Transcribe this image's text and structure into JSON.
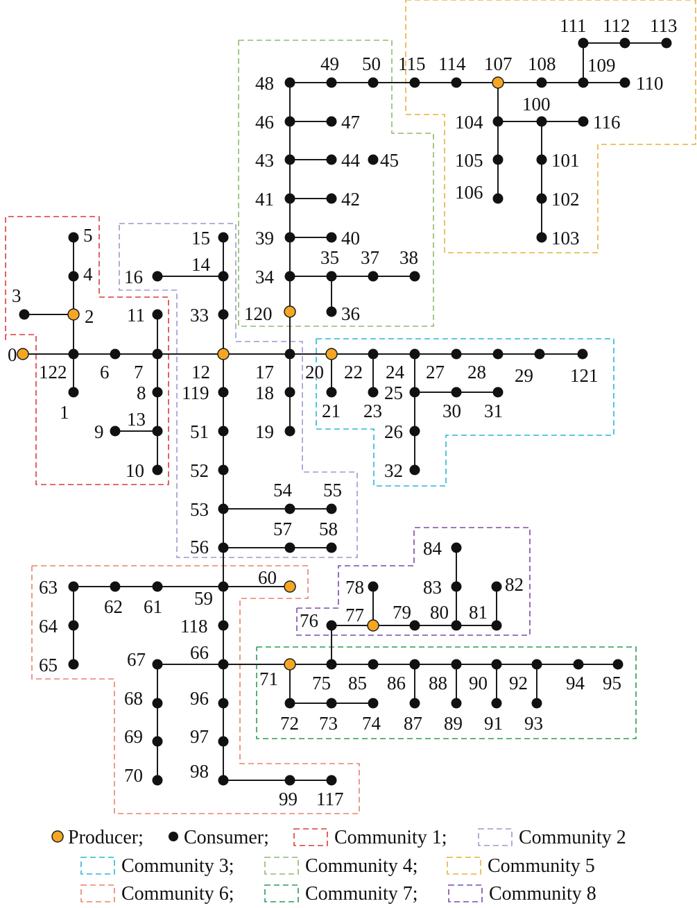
{
  "nodes": [
    {
      "id": "0",
      "type": "producer"
    },
    {
      "id": "1",
      "type": "consumer"
    },
    {
      "id": "2",
      "type": "producer"
    },
    {
      "id": "3",
      "type": "consumer"
    },
    {
      "id": "4",
      "type": "consumer"
    },
    {
      "id": "5",
      "type": "consumer"
    },
    {
      "id": "6",
      "type": "consumer"
    },
    {
      "id": "7",
      "type": "consumer"
    },
    {
      "id": "8",
      "type": "consumer"
    },
    {
      "id": "9",
      "type": "consumer"
    },
    {
      "id": "10",
      "type": "consumer"
    },
    {
      "id": "11",
      "type": "consumer"
    },
    {
      "id": "12",
      "type": "producer"
    },
    {
      "id": "13",
      "type": "consumer"
    },
    {
      "id": "14",
      "type": "consumer"
    },
    {
      "id": "15",
      "type": "consumer"
    },
    {
      "id": "16",
      "type": "consumer"
    },
    {
      "id": "17",
      "type": "consumer"
    },
    {
      "id": "18",
      "type": "consumer"
    },
    {
      "id": "19",
      "type": "consumer"
    },
    {
      "id": "20",
      "type": "producer"
    },
    {
      "id": "21",
      "type": "consumer"
    },
    {
      "id": "22",
      "type": "consumer"
    },
    {
      "id": "23",
      "type": "consumer"
    },
    {
      "id": "24",
      "type": "consumer"
    },
    {
      "id": "25",
      "type": "consumer"
    },
    {
      "id": "26",
      "type": "consumer"
    },
    {
      "id": "27",
      "type": "consumer"
    },
    {
      "id": "28",
      "type": "consumer"
    },
    {
      "id": "29",
      "type": "consumer"
    },
    {
      "id": "30",
      "type": "consumer"
    },
    {
      "id": "31",
      "type": "consumer"
    },
    {
      "id": "32",
      "type": "consumer"
    },
    {
      "id": "33",
      "type": "consumer"
    },
    {
      "id": "34",
      "type": "consumer"
    },
    {
      "id": "35",
      "type": "consumer"
    },
    {
      "id": "36",
      "type": "consumer"
    },
    {
      "id": "37",
      "type": "consumer"
    },
    {
      "id": "38",
      "type": "consumer"
    },
    {
      "id": "39",
      "type": "consumer"
    },
    {
      "id": "40",
      "type": "consumer"
    },
    {
      "id": "41",
      "type": "consumer"
    },
    {
      "id": "42",
      "type": "consumer"
    },
    {
      "id": "43",
      "type": "consumer"
    },
    {
      "id": "44",
      "type": "consumer"
    },
    {
      "id": "45",
      "type": "consumer"
    },
    {
      "id": "46",
      "type": "consumer"
    },
    {
      "id": "47",
      "type": "consumer"
    },
    {
      "id": "48",
      "type": "consumer"
    },
    {
      "id": "49",
      "type": "consumer"
    },
    {
      "id": "50",
      "type": "consumer"
    },
    {
      "id": "51",
      "type": "consumer"
    },
    {
      "id": "52",
      "type": "consumer"
    },
    {
      "id": "53",
      "type": "consumer"
    },
    {
      "id": "54",
      "type": "consumer"
    },
    {
      "id": "55",
      "type": "consumer"
    },
    {
      "id": "56",
      "type": "consumer"
    },
    {
      "id": "57",
      "type": "consumer"
    },
    {
      "id": "58",
      "type": "consumer"
    },
    {
      "id": "59",
      "type": "consumer"
    },
    {
      "id": "60",
      "type": "producer"
    },
    {
      "id": "61",
      "type": "consumer"
    },
    {
      "id": "62",
      "type": "consumer"
    },
    {
      "id": "63",
      "type": "consumer"
    },
    {
      "id": "64",
      "type": "consumer"
    },
    {
      "id": "65",
      "type": "consumer"
    },
    {
      "id": "66",
      "type": "consumer"
    },
    {
      "id": "67",
      "type": "consumer"
    },
    {
      "id": "68",
      "type": "consumer"
    },
    {
      "id": "69",
      "type": "consumer"
    },
    {
      "id": "70",
      "type": "consumer"
    },
    {
      "id": "71",
      "type": "producer"
    },
    {
      "id": "72",
      "type": "consumer"
    },
    {
      "id": "73",
      "type": "consumer"
    },
    {
      "id": "74",
      "type": "consumer"
    },
    {
      "id": "75",
      "type": "consumer"
    },
    {
      "id": "76",
      "type": "consumer"
    },
    {
      "id": "77",
      "type": "producer"
    },
    {
      "id": "78",
      "type": "consumer"
    },
    {
      "id": "79",
      "type": "consumer"
    },
    {
      "id": "80",
      "type": "consumer"
    },
    {
      "id": "81",
      "type": "consumer"
    },
    {
      "id": "82",
      "type": "consumer"
    },
    {
      "id": "83",
      "type": "consumer"
    },
    {
      "id": "84",
      "type": "consumer"
    },
    {
      "id": "85",
      "type": "consumer"
    },
    {
      "id": "86",
      "type": "consumer"
    },
    {
      "id": "87",
      "type": "consumer"
    },
    {
      "id": "88",
      "type": "consumer"
    },
    {
      "id": "89",
      "type": "consumer"
    },
    {
      "id": "90",
      "type": "consumer"
    },
    {
      "id": "91",
      "type": "consumer"
    },
    {
      "id": "92",
      "type": "consumer"
    },
    {
      "id": "93",
      "type": "consumer"
    },
    {
      "id": "94",
      "type": "consumer"
    },
    {
      "id": "95",
      "type": "consumer"
    },
    {
      "id": "96",
      "type": "consumer"
    },
    {
      "id": "97",
      "type": "consumer"
    },
    {
      "id": "98",
      "type": "consumer"
    },
    {
      "id": "99",
      "type": "consumer"
    },
    {
      "id": "100",
      "type": "consumer"
    },
    {
      "id": "101",
      "type": "consumer"
    },
    {
      "id": "102",
      "type": "consumer"
    },
    {
      "id": "103",
      "type": "consumer"
    },
    {
      "id": "104",
      "type": "consumer"
    },
    {
      "id": "105",
      "type": "consumer"
    },
    {
      "id": "106",
      "type": "consumer"
    },
    {
      "id": "107",
      "type": "producer"
    },
    {
      "id": "108",
      "type": "consumer"
    },
    {
      "id": "109",
      "type": "consumer"
    },
    {
      "id": "110",
      "type": "consumer"
    },
    {
      "id": "111",
      "type": "consumer"
    },
    {
      "id": "112",
      "type": "consumer"
    },
    {
      "id": "113",
      "type": "consumer"
    },
    {
      "id": "114",
      "type": "consumer"
    },
    {
      "id": "115",
      "type": "consumer"
    },
    {
      "id": "116",
      "type": "consumer"
    },
    {
      "id": "117",
      "type": "consumer"
    },
    {
      "id": "118",
      "type": "consumer"
    },
    {
      "id": "119",
      "type": "consumer"
    },
    {
      "id": "120",
      "type": "producer"
    },
    {
      "id": "121",
      "type": "consumer"
    },
    {
      "id": "122",
      "type": "consumer"
    }
  ],
  "edges": [
    [
      "0",
      "122"
    ],
    [
      "122",
      "6"
    ],
    [
      "6",
      "7"
    ],
    [
      "7",
      "12"
    ],
    [
      "12",
      "17"
    ],
    [
      "17",
      "20"
    ],
    [
      "20",
      "22"
    ],
    [
      "22",
      "24"
    ],
    [
      "24",
      "27"
    ],
    [
      "27",
      "28"
    ],
    [
      "28",
      "29"
    ],
    [
      "29",
      "121"
    ],
    [
      "122",
      "1"
    ],
    [
      "122",
      "2"
    ],
    [
      "2",
      "3"
    ],
    [
      "2",
      "4"
    ],
    [
      "4",
      "5"
    ],
    [
      "7",
      "11"
    ],
    [
      "7",
      "8"
    ],
    [
      "8",
      "13"
    ],
    [
      "13",
      "9"
    ],
    [
      "13",
      "10"
    ],
    [
      "12",
      "33"
    ],
    [
      "33",
      "14"
    ],
    [
      "14",
      "15"
    ],
    [
      "14",
      "16"
    ],
    [
      "12",
      "119"
    ],
    [
      "119",
      "51"
    ],
    [
      "51",
      "52"
    ],
    [
      "52",
      "53"
    ],
    [
      "53",
      "54"
    ],
    [
      "54",
      "55"
    ],
    [
      "53",
      "56"
    ],
    [
      "56",
      "57"
    ],
    [
      "57",
      "58"
    ],
    [
      "56",
      "59"
    ],
    [
      "59",
      "61"
    ],
    [
      "61",
      "62"
    ],
    [
      "62",
      "63"
    ],
    [
      "63",
      "64"
    ],
    [
      "64",
      "65"
    ],
    [
      "59",
      "60"
    ],
    [
      "59",
      "118"
    ],
    [
      "118",
      "66"
    ],
    [
      "66",
      "67"
    ],
    [
      "67",
      "68"
    ],
    [
      "68",
      "69"
    ],
    [
      "69",
      "70"
    ],
    [
      "66",
      "96"
    ],
    [
      "96",
      "97"
    ],
    [
      "97",
      "98"
    ],
    [
      "98",
      "99"
    ],
    [
      "99",
      "117"
    ],
    [
      "66",
      "71"
    ],
    [
      "71",
      "72"
    ],
    [
      "72",
      "73"
    ],
    [
      "73",
      "74"
    ],
    [
      "71",
      "75"
    ],
    [
      "75",
      "85"
    ],
    [
      "85",
      "86"
    ],
    [
      "86",
      "88"
    ],
    [
      "88",
      "90"
    ],
    [
      "90",
      "92"
    ],
    [
      "92",
      "94"
    ],
    [
      "94",
      "95"
    ],
    [
      "86",
      "87"
    ],
    [
      "88",
      "89"
    ],
    [
      "90",
      "91"
    ],
    [
      "92",
      "93"
    ],
    [
      "75",
      "76"
    ],
    [
      "76",
      "77"
    ],
    [
      "77",
      "78"
    ],
    [
      "77",
      "79"
    ],
    [
      "79",
      "80"
    ],
    [
      "80",
      "81"
    ],
    [
      "81",
      "82"
    ],
    [
      "80",
      "83"
    ],
    [
      "83",
      "84"
    ],
    [
      "17",
      "18"
    ],
    [
      "18",
      "19"
    ],
    [
      "17",
      "120"
    ],
    [
      "120",
      "34"
    ],
    [
      "34",
      "35"
    ],
    [
      "35",
      "37"
    ],
    [
      "37",
      "38"
    ],
    [
      "35",
      "36"
    ],
    [
      "34",
      "39"
    ],
    [
      "39",
      "40"
    ],
    [
      "39",
      "41"
    ],
    [
      "41",
      "42"
    ],
    [
      "41",
      "43"
    ],
    [
      "43",
      "44"
    ],
    [
      "43",
      "46"
    ],
    [
      "46",
      "47"
    ],
    [
      "46",
      "48"
    ],
    [
      "48",
      "49"
    ],
    [
      "49",
      "50"
    ],
    [
      "50",
      "115"
    ],
    [
      "115",
      "114"
    ],
    [
      "114",
      "107"
    ],
    [
      "107",
      "108"
    ],
    [
      "108",
      "109"
    ],
    [
      "109",
      "110"
    ],
    [
      "109",
      "111"
    ],
    [
      "111",
      "112"
    ],
    [
      "112",
      "113"
    ],
    [
      "107",
      "104"
    ],
    [
      "104",
      "105"
    ],
    [
      "105",
      "106"
    ],
    [
      "104",
      "100"
    ],
    [
      "100",
      "116"
    ],
    [
      "100",
      "101"
    ],
    [
      "101",
      "102"
    ],
    [
      "102",
      "103"
    ],
    [
      "20",
      "21"
    ],
    [
      "22",
      "23"
    ],
    [
      "24",
      "25"
    ],
    [
      "25",
      "30"
    ],
    [
      "30",
      "31"
    ],
    [
      "25",
      "26"
    ],
    [
      "26",
      "32"
    ]
  ],
  "communities": [
    {
      "id": "c1",
      "color": "#d93a3a"
    },
    {
      "id": "c2",
      "color": "#9a9ad0"
    },
    {
      "id": "c3",
      "color": "#2ab5d6"
    },
    {
      "id": "c4",
      "color": "#8fb86b"
    },
    {
      "id": "c5",
      "color": "#e6b23a"
    },
    {
      "id": "c6",
      "color": "#e8826a"
    },
    {
      "id": "c7",
      "color": "#2a9a5a"
    },
    {
      "id": "c8",
      "color": "#7a4aa6"
    }
  ],
  "legend": {
    "producer": "Producer;",
    "consumer": "Consumer;",
    "c1": "Community 1;",
    "c2": "Community 2",
    "c3": "Community 3;",
    "c4": "Community 4;",
    "c5": "Community 5",
    "c6": "Community 6;",
    "c7": "Community 7;",
    "c8": "Community 8"
  }
}
